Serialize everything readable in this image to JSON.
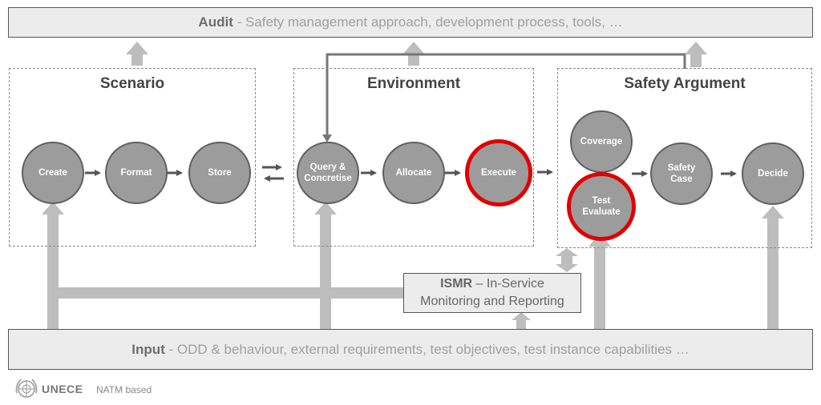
{
  "audit": {
    "bold": "Audit",
    "rest": " - Safety management approach, development process, tools, …"
  },
  "input": {
    "bold": "Input",
    "rest": " - ODD & behaviour, external requirements, test objectives, test instance capabilities …"
  },
  "groups": {
    "scenario": "Scenario",
    "environment": "Environment",
    "safety_argument": "Safety Argument"
  },
  "nodes": {
    "create": "Create",
    "format": "Format",
    "store": "Store",
    "query": "Query &\nConcretise",
    "allocate": "Allocate",
    "execute": "Execute",
    "coverage": "Coverage",
    "test_evaluate": "Test\nEvaluate",
    "safety_case": "Safety\nCase",
    "decide": "Decide"
  },
  "ismr": {
    "bold": "ISMR",
    "line1_rest": " – In-Service",
    "line2": "Monitoring and Reporting"
  },
  "footer": {
    "org": "UNECE",
    "note": "NATM based"
  },
  "colors": {
    "highlight": "#e00000",
    "node_fill": "#9c9c9c",
    "arrow": "#bdbdbd"
  }
}
